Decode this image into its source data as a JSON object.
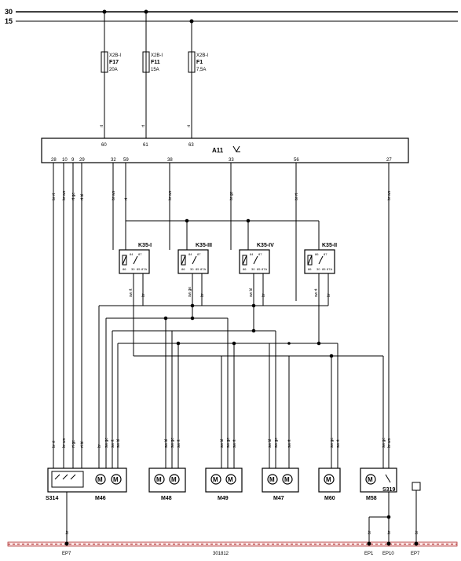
{
  "rails": {
    "r30": "30",
    "r15": "15"
  },
  "fuses": [
    {
      "loc": "X2B-I",
      "name": "F17",
      "rating": "20A"
    },
    {
      "loc": "X2B-I",
      "name": "F11",
      "rating": "15A"
    },
    {
      "loc": "X2B-I",
      "name": "F1",
      "rating": "7,5A"
    }
  ],
  "module": {
    "name": "A11",
    "top_pins": [
      "60",
      "61",
      "63"
    ],
    "bottom_pins": [
      "28",
      "10",
      "9",
      "29",
      "32",
      "59",
      "38",
      "33",
      "56",
      "27"
    ]
  },
  "relays": [
    {
      "name": "K35-I",
      "pins": [
        "84",
        "87",
        "86",
        "30",
        "85",
        "87A"
      ]
    },
    {
      "name": "K35-III",
      "pins": [
        "84",
        "87",
        "86",
        "30",
        "85",
        "87A"
      ]
    },
    {
      "name": "K35-IV",
      "pins": [
        "84",
        "87",
        "86",
        "30",
        "85",
        "87A"
      ]
    },
    {
      "name": "K35-II",
      "pins": [
        "86",
        "87",
        "86",
        "30",
        "85",
        "87A"
      ]
    }
  ],
  "components": {
    "s314": "S314",
    "m46": "M46",
    "m48": "M48",
    "m49": "M49",
    "m47": "M47",
    "m60": "M60",
    "m58": "M58",
    "s319": "S319"
  },
  "wire_colors": {
    "rt": "rt",
    "br": "br",
    "br_rt": "br rt",
    "br_ws": "br ws",
    "br_ge": "br ge",
    "rt_ge": "rt ge",
    "rt_bl": "rt bl",
    "sw_rt": "sw rt",
    "sw_ge": "sw ge",
    "sw_bl": "sw bl"
  },
  "ground": {
    "points": [
      "EP7",
      "EP1",
      "EP10",
      "EP7"
    ],
    "doc_number": "301812"
  }
}
